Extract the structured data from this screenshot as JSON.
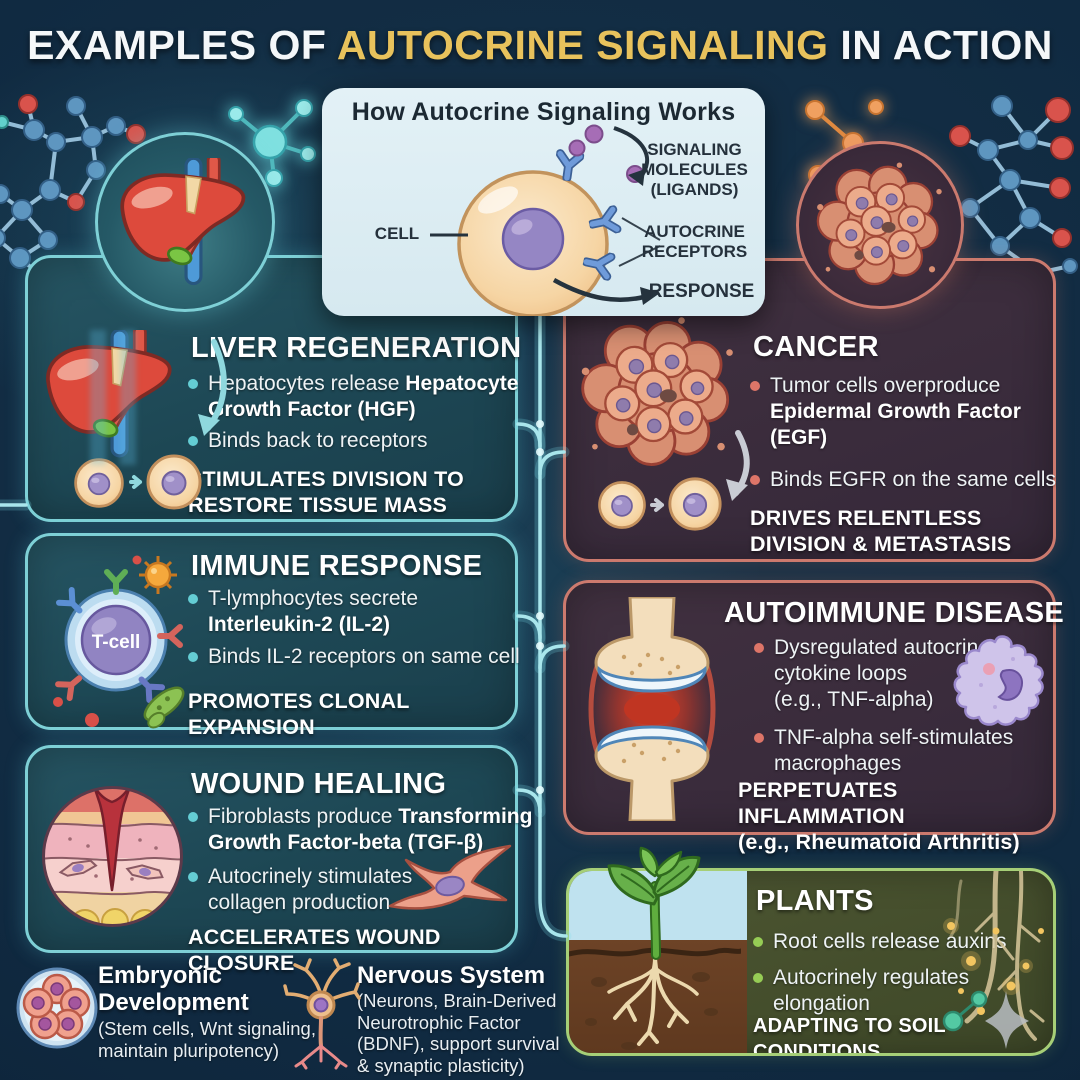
{
  "title": {
    "part1": "EXAMPLES OF ",
    "highlight": "AUTOCRINE SIGNALING",
    "part2": " IN ACTION"
  },
  "how": {
    "title": "How Autocrine Signaling Works",
    "cell_label": "CELL",
    "ligands_label": "SIGNALING\nMOLECULES\n(LIGANDS)",
    "receptors_label": "AUTOCRINE\nRECEPTORS",
    "response_label": "RESPONSE"
  },
  "panels": {
    "liver": {
      "title": "LIVER REGENERATION",
      "b1a": "Hepatocytes release ",
      "b1b": "Hepatocyte Growth Factor (HGF)",
      "b2": "Binds back to receptors",
      "footer": "STIMULATES DIVISION TO\nRESTORE TISSUE MASS"
    },
    "immune": {
      "title": "IMMUNE RESPONSE",
      "b1a": "T-lymphocytes secrete ",
      "b1b": "Interleukin-2 (IL-2)",
      "b2": "Binds IL-2 receptors on same cell",
      "footer": "PROMOTES CLONAL EXPANSION",
      "tcell_label": "T-cell"
    },
    "wound": {
      "title": "WOUND HEALING",
      "b1a": "Fibroblasts produce ",
      "b1b": "Transforming Growth Factor-beta (TGF-β)",
      "b2": "Autocrinely stimulates\ncollagen production",
      "footer": "ACCELERATES WOUND CLOSURE"
    },
    "cancer": {
      "title": "CANCER",
      "b1a": "Tumor cells overproduce ",
      "b1b": "Epidermal Growth Factor (EGF)",
      "b2": "Binds EGFR on the same cells",
      "footer": "DRIVES RELENTLESS\nDIVISION & METASTASIS"
    },
    "autoimmune": {
      "title": "AUTOIMMUNE DISEASE",
      "b1": "Dysregulated autocrine\ncytokine loops\n(e.g., TNF-alpha)",
      "b2": "TNF-alpha self-stimulates\nmacrophages",
      "footer": "PERPETUATES INFLAMMATION\n(e.g., Rheumatoid Arthritis)"
    },
    "plants": {
      "title": "PLANTS",
      "b1": "Root cells release auxins",
      "b2": "Autocrinely regulates\nelongation",
      "footer": "ADAPTING TO SOIL CONDITIONS"
    }
  },
  "bottom": {
    "embryonic": {
      "title": "Embryonic\nDevelopment",
      "sub": "(Stem cells, Wnt signaling,\nmaintain pluripotency)"
    },
    "nervous": {
      "title": "Nervous System",
      "sub": "(Neurons, Brain-Derived\nNeurotrophic Factor\n(BDNF), support survival\n& synaptic plasticity)"
    }
  },
  "colors": {
    "background": "#0c2136",
    "title_gold": "#e8c25c",
    "teal_border": "#7ed0d6",
    "red_border": "#cc7a6e",
    "green_border": "#a6cf77",
    "cyan_bullet": "#64cdd4",
    "coral_bullet": "#dd7568",
    "lime_bullet": "#96cc55",
    "card_bg": "#dceef4"
  },
  "icons": {
    "liver-icon": "svg-liver-shape",
    "cell-icon": "svg-round-cell",
    "t-cell-icon": "svg-tcell",
    "virus-icon": "svg-spiked-circle",
    "bacteria-icon": "svg-green-blob",
    "wound-icon": "svg-skin-cross-section",
    "fibroblast-icon": "svg-spindle-cell",
    "tumor-icon": "svg-cell-cluster",
    "joint-icon": "svg-inflamed-joint",
    "macrophage-icon": "svg-ruffled-cell",
    "seedling-icon": "svg-plant-roots",
    "glowing-roots-icon": "svg-root-strands",
    "embryo-icon": "svg-cell-ball",
    "neuron-icon": "svg-neuron",
    "molecule-icon": "svg-ball-and-stick",
    "sparkle-icon": "svg-four-point-star",
    "receptor-icon": "svg-y-shape",
    "ligand-icon": "svg-dot"
  }
}
